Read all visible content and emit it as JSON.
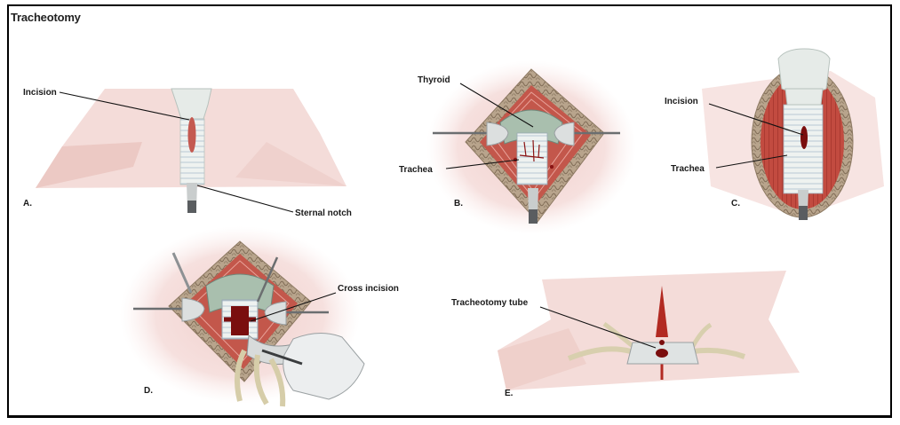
{
  "figure": {
    "title": "Tracheotomy"
  },
  "panels": {
    "a": {
      "letter": "A.",
      "labels": {
        "incision": "Incision",
        "sternal_notch": "Sternal notch"
      }
    },
    "b": {
      "letter": "B.",
      "labels": {
        "thyroid": "Thyroid",
        "trachea": "Trachea"
      }
    },
    "c": {
      "letter": "C.",
      "labels": {
        "incision": "Incision",
        "trachea": "Trachea"
      }
    },
    "d": {
      "letter": "D.",
      "labels": {
        "cross_incision": "Cross incision"
      }
    },
    "e": {
      "letter": "E.",
      "labels": {
        "tracheotomy_tube": "Tracheotomy tube"
      }
    }
  },
  "colors": {
    "skin": "#f3d9d6",
    "skin_dark": "#e8c2bd",
    "muscle": "#c0473d",
    "blood": "#8a1414",
    "tissue": "#b9a48c",
    "thyroid": "#a9bfae",
    "cartilage": "#e9eeea",
    "metal": "#d8dbdb",
    "tube_tie": "#d8cfae"
  }
}
